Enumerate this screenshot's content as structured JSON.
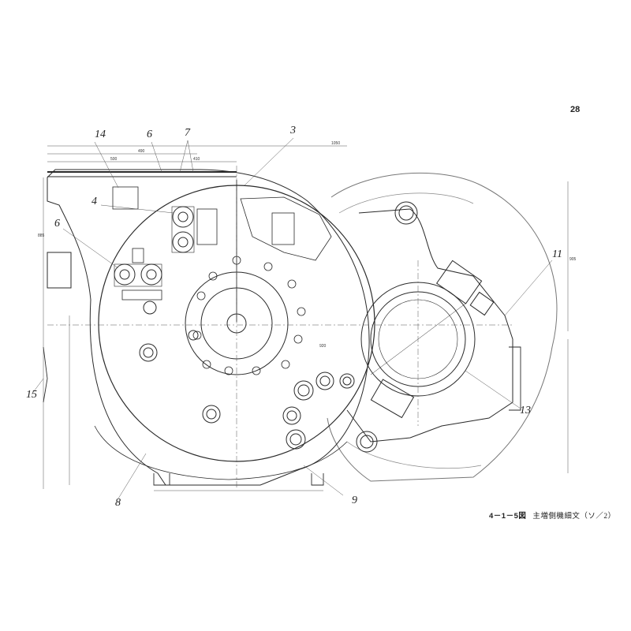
{
  "page_number": "28",
  "caption": {
    "figure_no": "4－1－5図",
    "title": "主増側機細文（ソ／2）"
  },
  "callouts": [
    "14",
    "6",
    "7",
    "3",
    "4",
    "6",
    "11",
    "15",
    "13",
    "8",
    "9"
  ],
  "dimensions": [
    "1050",
    "490",
    "500",
    "410",
    "885",
    "920",
    "905"
  ],
  "colors": {
    "ink": "#2a2a2a",
    "light_ink": "#777777",
    "paper": "#ffffff"
  }
}
